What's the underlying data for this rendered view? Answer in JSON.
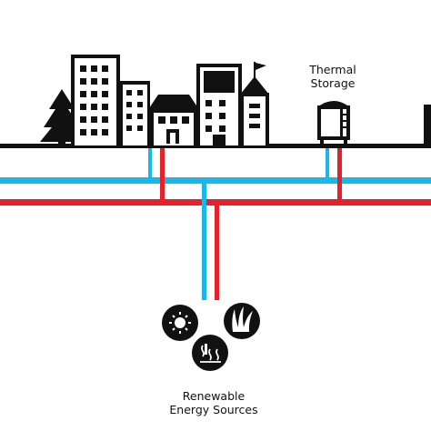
{
  "labels": {
    "thermal_storage": [
      "Thermal",
      "Storage"
    ],
    "renewable_sources": [
      "Renewable",
      "Energy Sources"
    ]
  },
  "colors": {
    "cold_pipe": "#1ab8e8",
    "hot_pipe": "#e8202a",
    "ink": "#111111",
    "background": "#ffffff"
  },
  "icons": [
    "tree-icon",
    "building-icon",
    "house-icon",
    "flag-icon",
    "storage-tank-icon",
    "sun-icon",
    "grass-icon",
    "geothermal-icon"
  ]
}
